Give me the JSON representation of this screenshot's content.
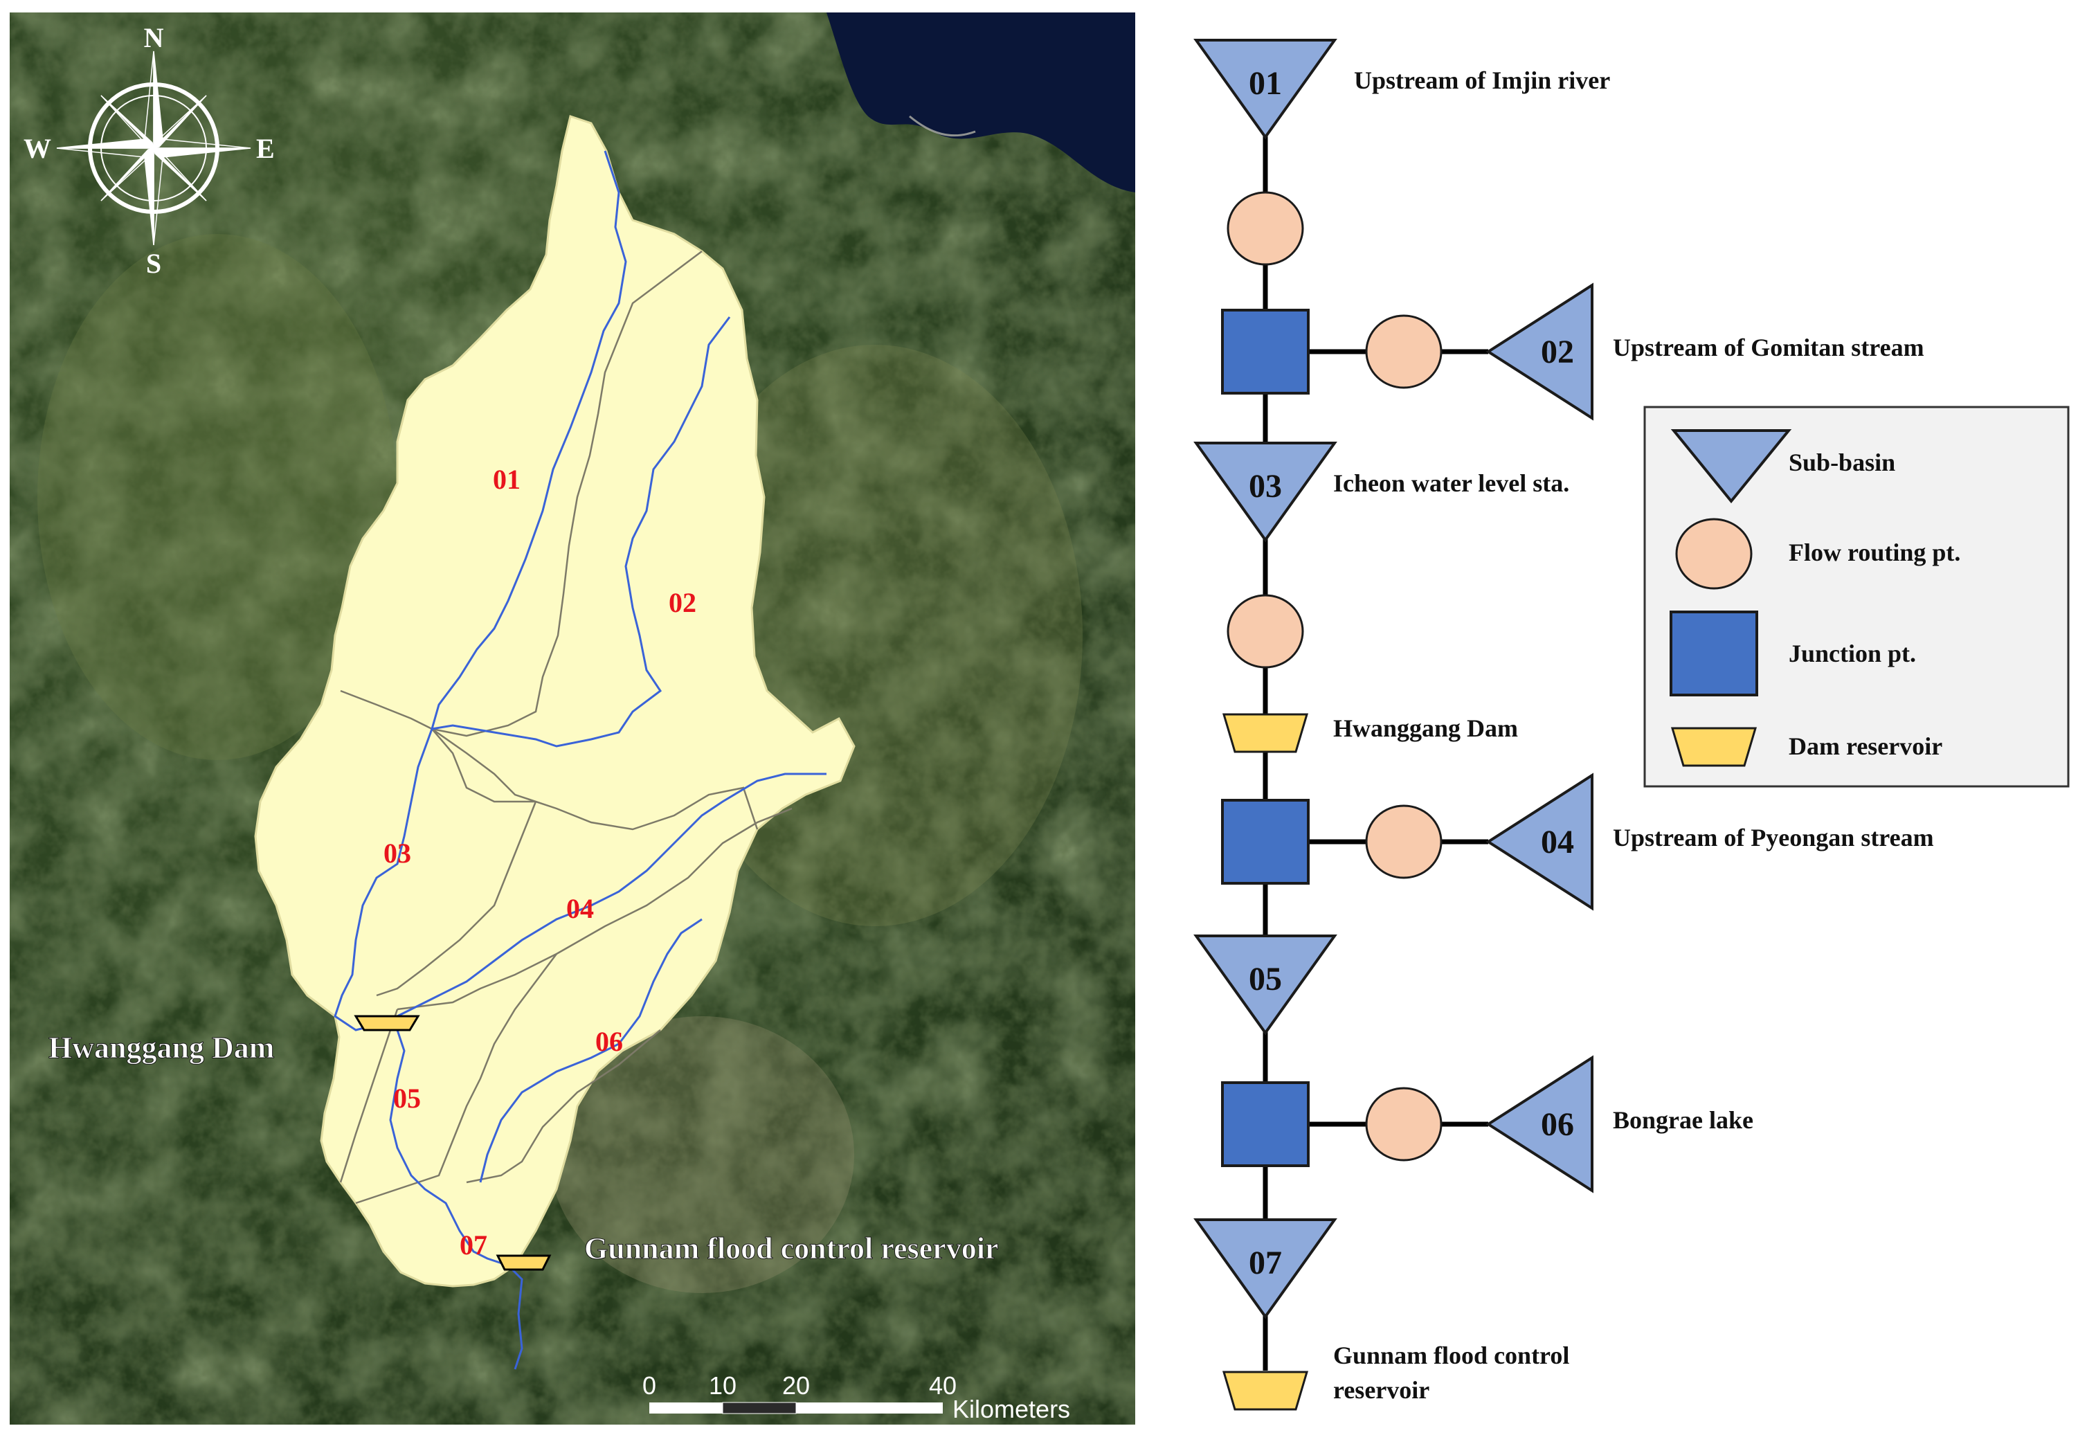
{
  "compass": {
    "n": "N",
    "s": "S",
    "e": "E",
    "w": "W"
  },
  "map": {
    "subbasins": [
      "01",
      "02",
      "03",
      "04",
      "05",
      "06",
      "07"
    ],
    "dam_labels": {
      "hwanggang": "Hwanggang Dam",
      "gunnam": "Gunnam flood control reservoir"
    },
    "scale": {
      "ticks": [
        "0",
        "10",
        "20",
        "40"
      ],
      "unit": "Kilometers"
    }
  },
  "schematic": {
    "nodes": {
      "n01": "01",
      "n02": "02",
      "n03": "03",
      "n04": "04",
      "n05": "05",
      "n06": "06",
      "n07": "07"
    },
    "labels": {
      "l01": "Upstream of Imjin river",
      "l02": "Upstream of Gomitan stream",
      "l03": "Icheon water level sta.",
      "hwanggang": "Hwanggang Dam",
      "l04": "Upstream of Pyeongan stream",
      "l06": "Bongrae lake",
      "gunnam_line1": "Gunnam flood control",
      "gunnam_line2": "reservoir"
    }
  },
  "legend": {
    "items": [
      "Sub-basin",
      "Flow routing pt.",
      "Junction pt.",
      "Dam reservoir"
    ]
  },
  "colors": {
    "subbasin_fill": "#8eaadb",
    "flow_routing_fill": "#f8cbad",
    "junction_fill": "#4472c4",
    "dam_fill": "#ffd966",
    "basin_fill": "#fdfbc5",
    "river": "#3a63d8",
    "label_red": "#e8141c",
    "legend_bg": "#f2f2f2"
  }
}
